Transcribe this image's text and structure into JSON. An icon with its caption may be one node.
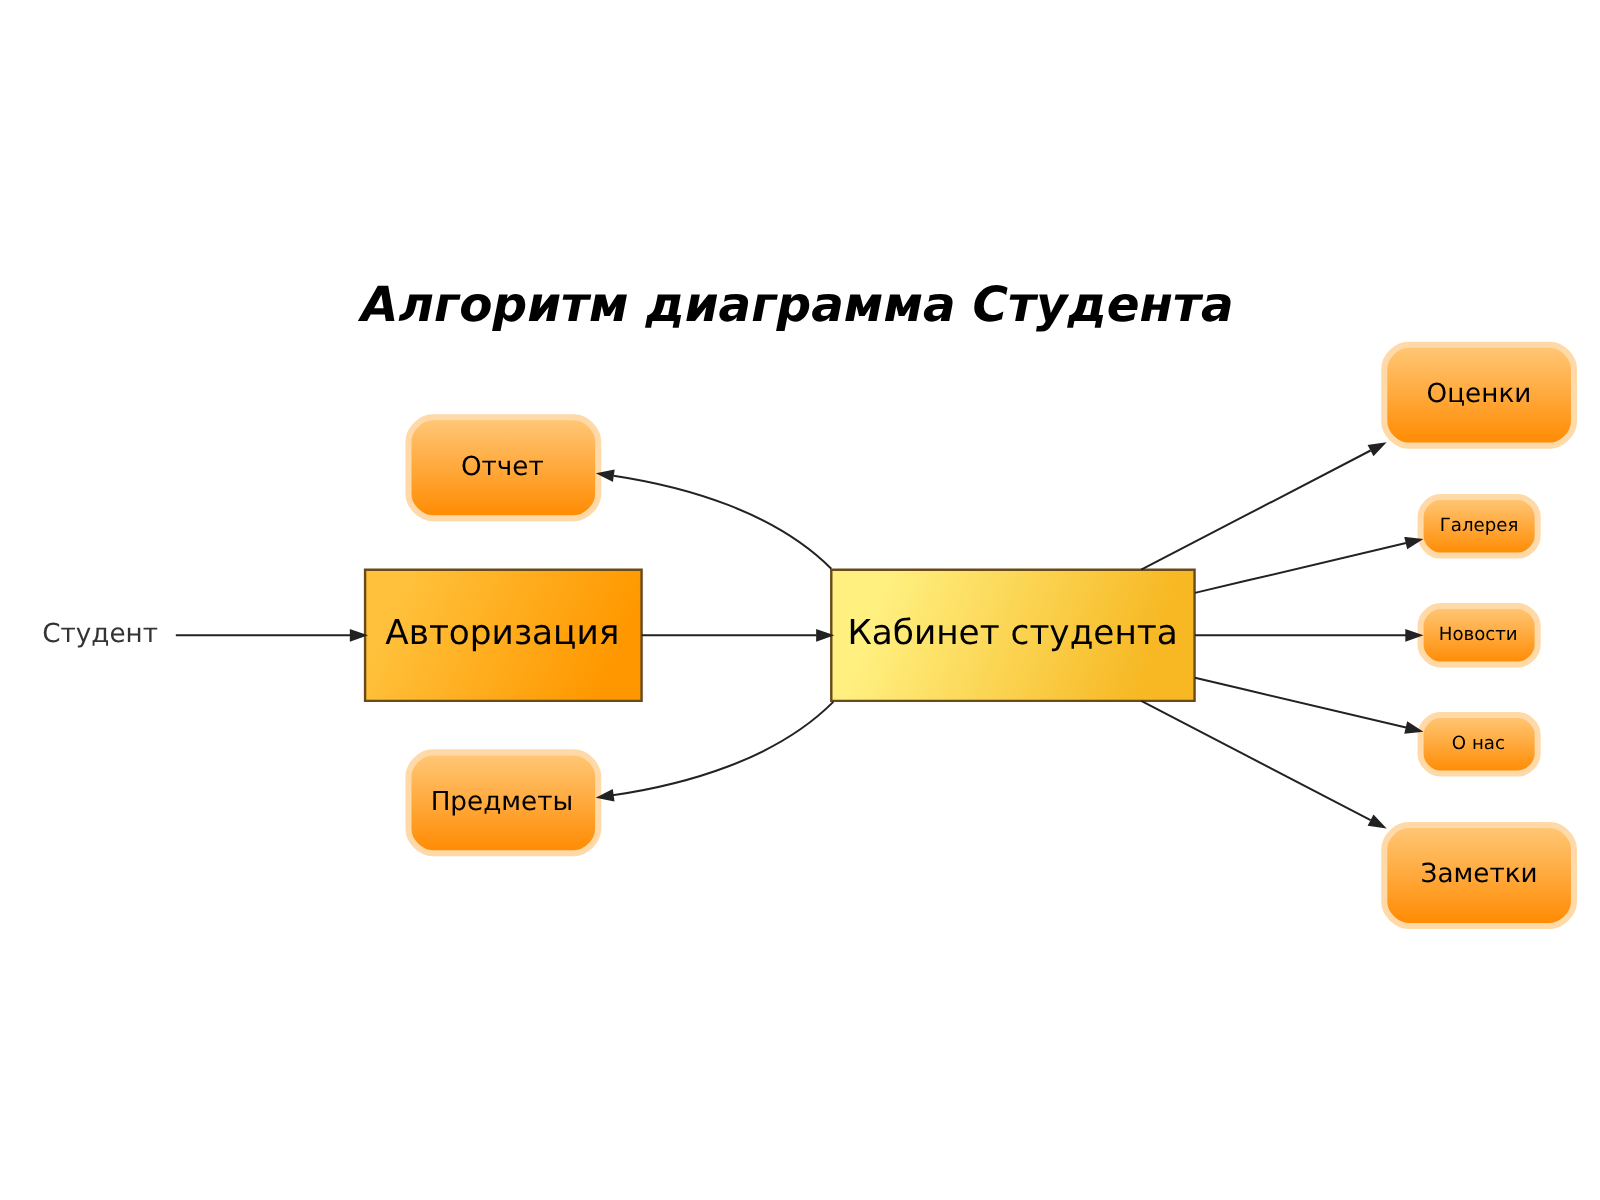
{
  "diagram": {
    "title": "Алгоритм диаграмма Студента",
    "nodes": [
      {
        "text": [
          "Студент"
        ]
      },
      {
        "text": [
          "Авторизация"
        ]
      },
      {
        "text": [
          "Кабинет студента"
        ]
      },
      {
        "text": [
          "Отчет"
        ]
      },
      {
        "text": [
          "Предметы"
        ]
      },
      {
        "text": [
          "Оценки"
        ]
      },
      {
        "text": [
          "Галерея"
        ]
      },
      {
        "text": [
          "Новости"
        ]
      },
      {
        "text": [
          "О нас"
        ]
      },
      {
        "text": [
          "Заметки"
        ]
      }
    ],
    "edges": [
      {
        "from": 0,
        "to": 1,
        "arrow": "to"
      },
      {
        "from": 1,
        "to": 2,
        "arrow": "to"
      },
      {
        "from": 2,
        "to": 3,
        "arrow": "to"
      },
      {
        "from": 2,
        "to": 4,
        "arrow": "to"
      },
      {
        "from": 2,
        "to": 5,
        "arrow": "to"
      },
      {
        "from": 2,
        "to": 6,
        "arrow": "to"
      },
      {
        "from": 2,
        "to": 7,
        "arrow": "to"
      },
      {
        "from": 2,
        "to": 8,
        "arrow": "to"
      },
      {
        "from": 2,
        "to": 9,
        "arrow": "to"
      }
    ]
  }
}
